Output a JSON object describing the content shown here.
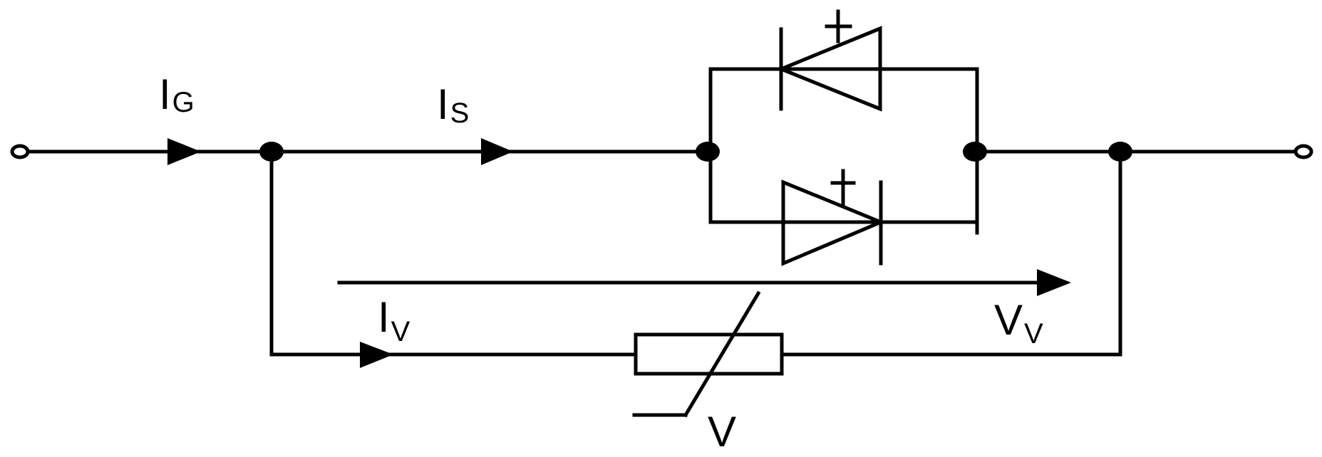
{
  "labels": {
    "i_g": {
      "main": "I",
      "sub": "G"
    },
    "i_s": {
      "main": "I",
      "sub": "S"
    },
    "i_v": {
      "main": "I",
      "sub": "V"
    },
    "v_v": {
      "main": "V",
      "sub": "V"
    },
    "varistor_v": "V",
    "plus_top": "+",
    "plus_bottom": "+"
  },
  "colors": {
    "ink": "#000000",
    "background": "#ffffff"
  }
}
